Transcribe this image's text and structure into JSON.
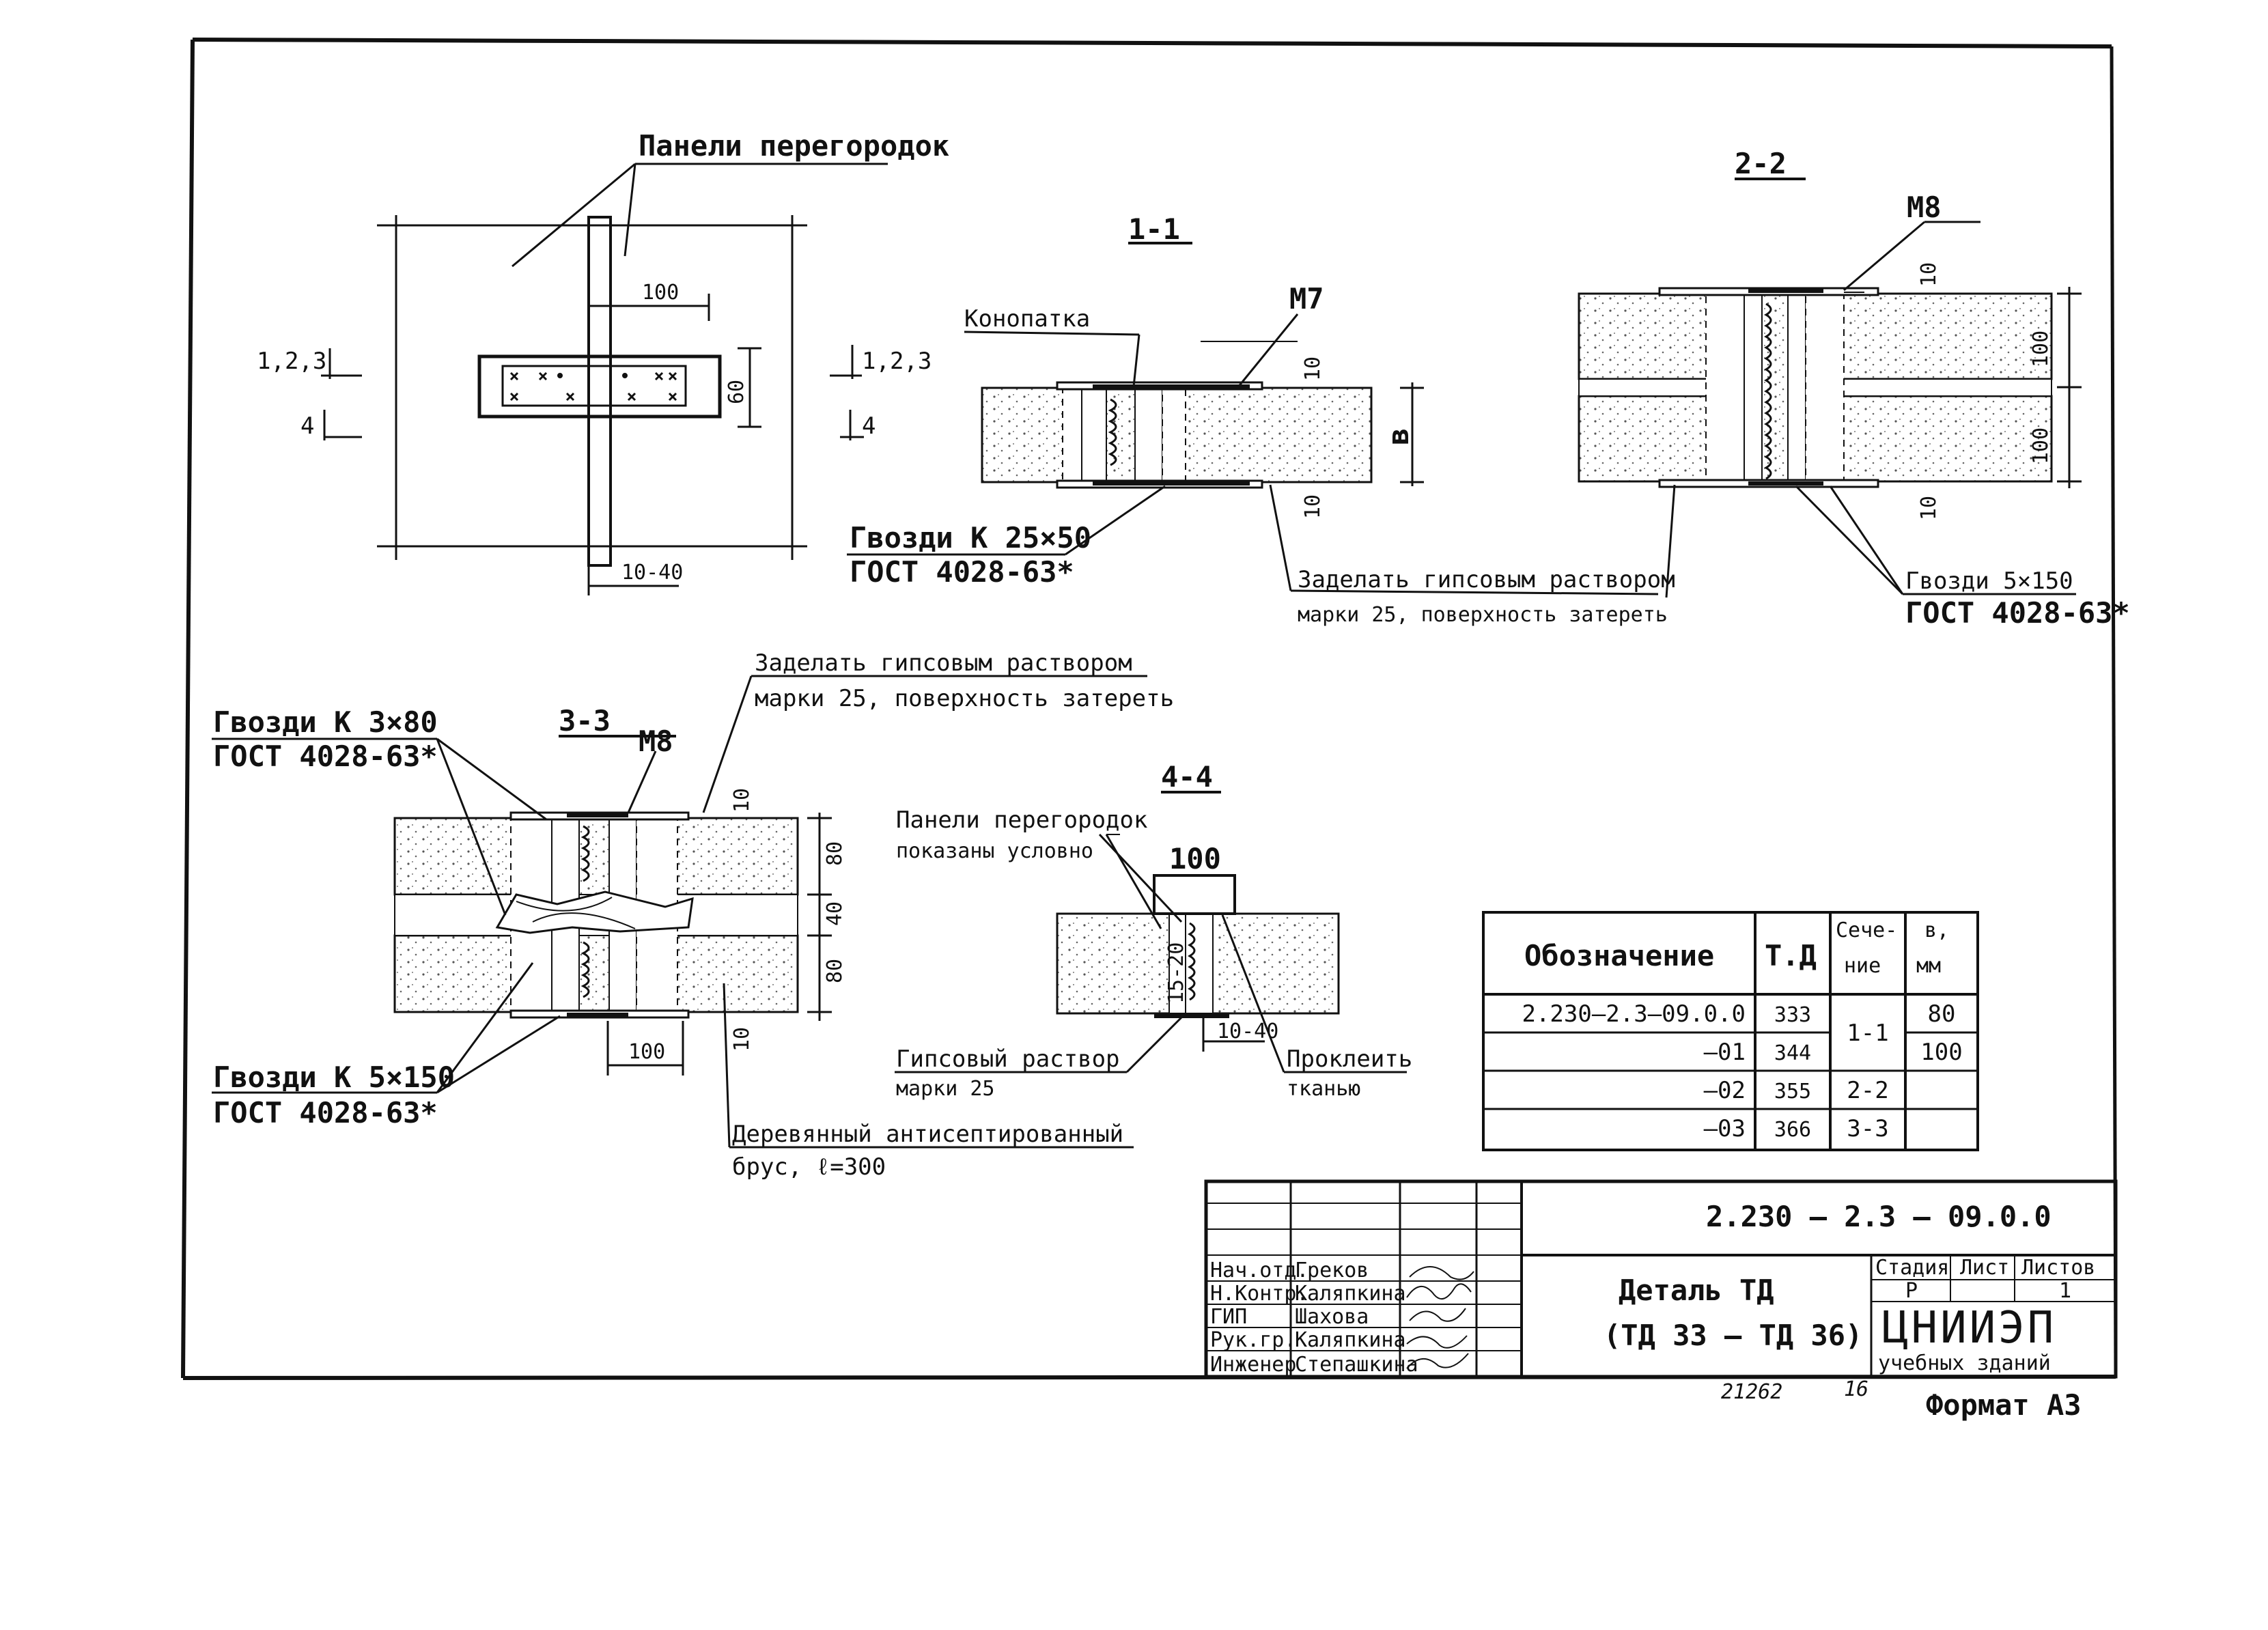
{
  "labels": {
    "panels": "Панели перегородок",
    "mark_123": "1,2,3",
    "mark_4": "4",
    "dim_100": "100",
    "dim_60": "60",
    "dim_1040": "10-40",
    "sec_11": "1-1",
    "sec_22": "2-2",
    "sec_33": "3-3",
    "sec_44": "4-4",
    "konopatka": "Конопатка",
    "m7": "М7",
    "m8": "М8",
    "dim_10": "10",
    "dim_b": "в",
    "nails_k25": "Гвозди К 25×50",
    "gost": "ГОСТ 4028-63*",
    "seal_gypsum": "Заделать гипсовым раствором",
    "grade25_smooth": "марки 25, поверхность затереть",
    "nails_5x150": "Гвозди 5×150",
    "gost_b": "ГОСТ 4028-63*",
    "dim_80": "80",
    "dim_40": "40",
    "nails_k3": "Гвозди К 3×80",
    "nails_k5": "Гвозди К 5×150",
    "wood_beam": "Деревянный антисептированный",
    "brus": "брус, ℓ=300",
    "panels_cond_1": "Панели перегородок",
    "panels_cond_2": "показаны условно",
    "dim_1520": "15-20",
    "gypsum_mortar": "Гипсовый раствор",
    "grade25": "марки 25",
    "glue_1": "Проклеить",
    "glue_2": "тканью"
  },
  "spec_table": {
    "headers": [
      "Обозначение",
      "Т.Д",
      "Сече-\nние",
      "в,\nмм"
    ],
    "rows": [
      [
        "2.230–2.3–09.0.0",
        "333",
        "1-1",
        "80"
      ],
      [
        "–01",
        "344",
        "",
        "100"
      ],
      [
        "–02",
        "355",
        "2-2",
        ""
      ],
      [
        "–03",
        "366",
        "3-3",
        ""
      ]
    ]
  },
  "title_block": {
    "doc_number": "2.230 – 2.3 – 09.0.0",
    "title_1": "Деталь ТД",
    "title_2": "(ТД 33 – ТД 36)",
    "stage_hdr": "Стадия",
    "sheet_hdr": "Лист",
    "sheets_hdr": "Листов",
    "stage": "Р",
    "sheets": "1",
    "org": "ЦНИИЭП",
    "org_sub": "учебных зданий",
    "staff": [
      {
        "role": "Нач.отд.",
        "name": "Греков"
      },
      {
        "role": "Н.Контр.",
        "name": "Каляпкина"
      },
      {
        "role": "ГИП",
        "name": "Шахова"
      },
      {
        "role": "Рук.гр.",
        "name": "Каляпкина"
      },
      {
        "role": "Инженер",
        "name": "Степашкина"
      }
    ]
  },
  "footer": {
    "inv": "21262",
    "num": "16",
    "format": "Формат А3"
  }
}
